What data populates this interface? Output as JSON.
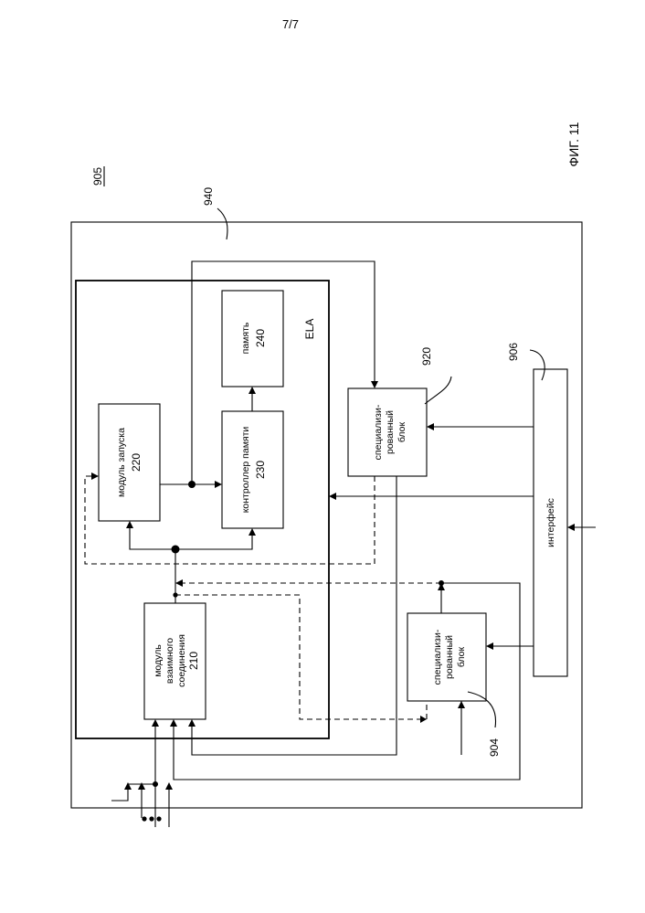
{
  "page_number": "7/7",
  "figure_label": "ФИГ. 11",
  "system_ref": "905",
  "refs": {
    "housing": "940",
    "interface": "906",
    "block_top": "920",
    "block_bottom": "904"
  },
  "ela": {
    "label": "ELA"
  },
  "blocks": {
    "launch_module": {
      "line1": "модуль запуска",
      "number": "220"
    },
    "memory_controller": {
      "line1": "контроллер памяти",
      "number": "230"
    },
    "memory": {
      "line1": "память",
      "number": "240"
    },
    "interconnect": {
      "line1": "модуль",
      "line2": "взаимного",
      "line3": "соединения",
      "number": "210"
    },
    "special_top": {
      "line1": "специализи-",
      "line2": "рованный",
      "line3": "блок"
    },
    "special_bottom": {
      "line1": "специализи-",
      "line2": "рованный",
      "line3": "блок"
    },
    "interface": {
      "label": "интерфейс"
    }
  }
}
